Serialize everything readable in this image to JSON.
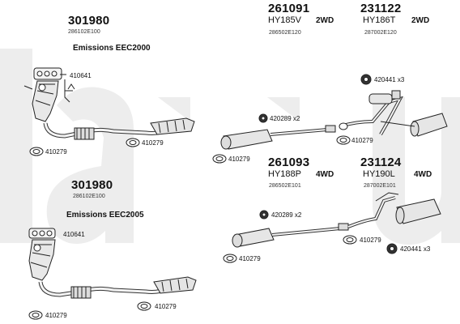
{
  "watermark": "larru",
  "groups": [
    {
      "part": "301980",
      "ref": "286102E100",
      "emissions": "Emissions EEC2000",
      "labels": {
        "a": "410641",
        "b": "410279",
        "c": "410279"
      }
    },
    {
      "part": "301980",
      "ref": "286102E100",
      "emissions": "Emissions EEC2005",
      "labels": {
        "a": "410641",
        "b": "410279",
        "c": "410279"
      }
    }
  ],
  "mufflers": [
    {
      "part": "261091",
      "model": "HY185V",
      "drive": "2WD",
      "ref": "286502E120"
    },
    {
      "part": "231122",
      "model": "HY186T",
      "drive": "2WD",
      "ref": "287002E120"
    },
    {
      "part": "261093",
      "model": "HY188P",
      "drive": "4WD",
      "ref": "286502E101"
    },
    {
      "part": "231124",
      "model": "HY190L",
      "drive": "4WD",
      "ref": "287002E101"
    }
  ],
  "hardware": {
    "r1": "420441 x3",
    "r2": "420289 x2",
    "r3": "410279",
    "r4": "410279",
    "r5": "420289 x2",
    "r6": "410279",
    "r7": "410279",
    "r8": "420441 x3"
  }
}
